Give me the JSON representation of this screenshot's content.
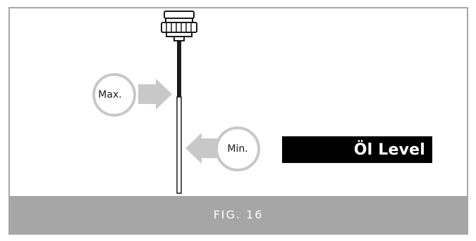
{
  "labels": {
    "max": "Max.",
    "min": "Min.",
    "level": "Öl Level"
  },
  "caption": "FIG. 16",
  "colors": {
    "frame": "#a6a6a6",
    "caption_bar": "#a6a6a6",
    "arrow": "#c8c8c8",
    "label_box": "#000000",
    "line": "#1a1a1a"
  }
}
